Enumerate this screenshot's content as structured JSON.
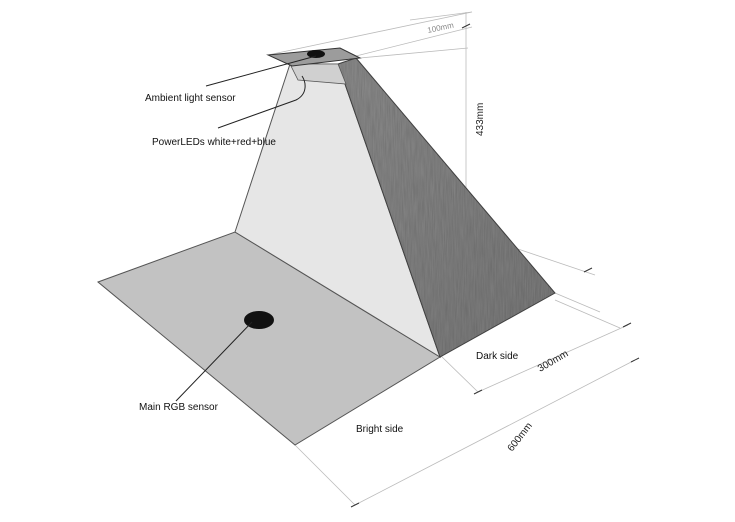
{
  "diagram": {
    "labels": {
      "ambient_sensor": "Ambient light sensor",
      "power_leds": "PowerLEDs white+red+blue",
      "main_rgb_sensor": "Main RGB sensor",
      "dark_side": "Dark side",
      "bright_side": "Bright side"
    },
    "dimensions": {
      "height": "433mm",
      "depth": "300mm",
      "width": "600mm",
      "top": "100mm"
    }
  }
}
